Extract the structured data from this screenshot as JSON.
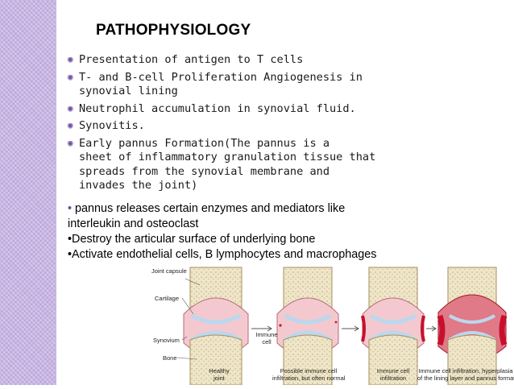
{
  "slide": {
    "title": "PATHOPHYSIOLOGY",
    "bullets": [
      {
        "line1": "Presentation of antigen to T cells",
        "line2": ""
      },
      {
        "line1": "T- and B-cell Proliferation Angiogenesis in",
        "line2": "synovial lining"
      },
      {
        "line1": "Neutrophil accumulation in synovial fluid.",
        "line2": ""
      },
      {
        "line1": "Synovitis.",
        "line2": ""
      },
      {
        "line1": "Early pannus  Formation(The pannus is a",
        "line2": "sheet of inflammatory granulation tissue that",
        "line3": "spreads from the synovial membrane and",
        "line4": "invades the joint)"
      }
    ],
    "extra": [
      {
        "text": "pannus releases certain enzymes and mediators like interleukin and osteoclast",
        "prefix": "• "
      },
      {
        "text": "Destroy the articular surface of underlying bone",
        "prefix": "•"
      },
      {
        "text": "Activate endothelial cells, B lymphocytes and macrophages",
        "prefix": "•"
      }
    ],
    "bullet_icon": "circled-dot-icon"
  },
  "figure": {
    "labels": {
      "joint_capsule": "Joint capsule",
      "cartilage": "Cartilage",
      "synovium": "Synovium",
      "bone": "Bone",
      "immune_cell": "Immune cell"
    },
    "captions": [
      {
        "line1": "Healthy",
        "line2": "joint"
      },
      {
        "line1": "Possible immune cell",
        "line2": "infiltration, but often normal"
      },
      {
        "line1": "Immune cell",
        "line2": "infiltration"
      },
      {
        "line1": "Immune cell infiltration, hyperplasia",
        "line2": "of the lining layer and pannus formation"
      }
    ]
  },
  "colors": {
    "side_band": "#c9b6e4",
    "bullet_accent": "#6b4aa0",
    "bone_fill": "#efe6c9",
    "synovium_fill": "#f3c9cf",
    "cartilage": "#bcd7ee",
    "inflamed": "#c8102e"
  }
}
